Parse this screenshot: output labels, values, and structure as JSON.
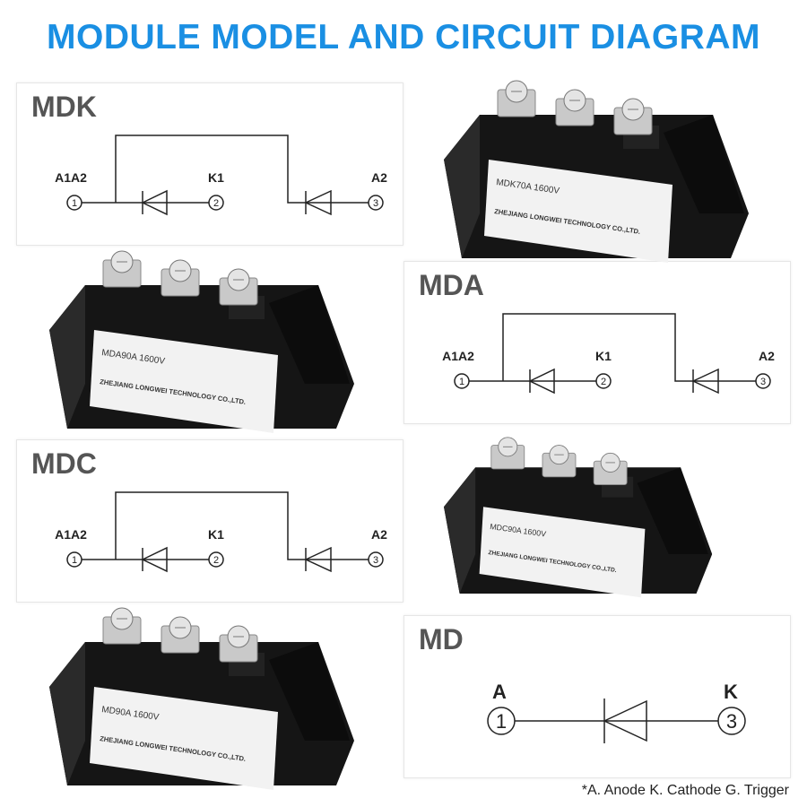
{
  "title": "MODULE MODEL AND CIRCUIT DIAGRAM",
  "diagrams": {
    "mdk": {
      "name": "MDK",
      "labels": [
        "A1A2",
        "K1",
        "A2"
      ],
      "pins": [
        "1",
        "2",
        "3"
      ]
    },
    "mda": {
      "name": "MDA",
      "labels": [
        "A1A2",
        "K1",
        "A2"
      ],
      "pins": [
        "1",
        "2",
        "3"
      ]
    },
    "mdc": {
      "name": "MDC",
      "labels": [
        "A1A2",
        "K1",
        "A2"
      ],
      "pins": [
        "1",
        "2",
        "3"
      ]
    },
    "md": {
      "name": "MD",
      "labels": [
        "A",
        "K"
      ],
      "pins": [
        "1",
        "3"
      ]
    }
  },
  "modules": {
    "mdk": {
      "model": "MDK70A 1600V",
      "maker": "ZHEJIANG LONGWEI TECHNOLOGY CO.,LTD."
    },
    "mda": {
      "model": "MDA90A 1600V",
      "maker": "ZHEJIANG LONGWEI TECHNOLOGY CO.,LTD."
    },
    "mdc": {
      "model": "MDC90A 1600V",
      "maker": "ZHEJIANG LONGWEI TECHNOLOGY CO.,LTD."
    },
    "md": {
      "model": "MD90A 1600V",
      "maker": "ZHEJIANG LONGWEI TECHNOLOGY CO.,LTD."
    }
  },
  "footnote": "*A. Anode K. Cathode G. Trigger",
  "colors": {
    "title": "#1a8fe3",
    "heading": "#555555",
    "body": "#1b1b1b"
  }
}
